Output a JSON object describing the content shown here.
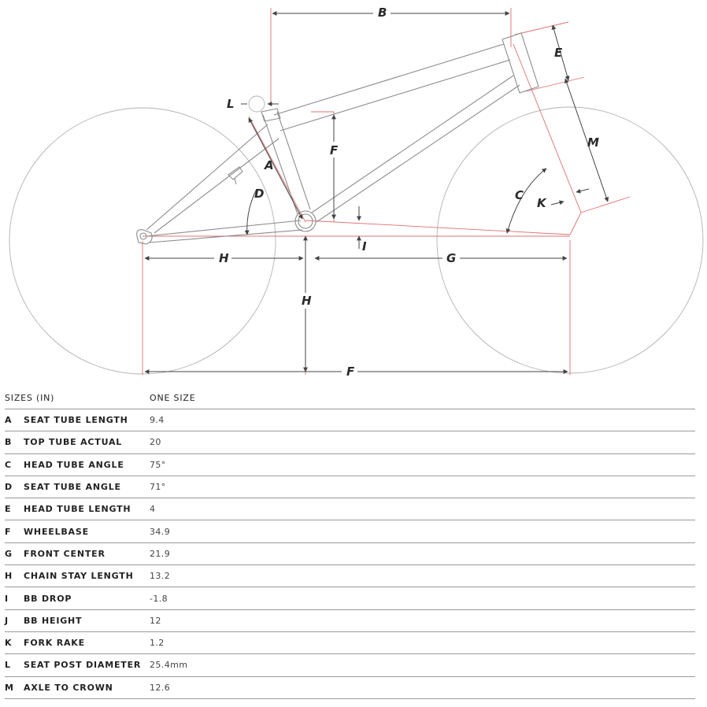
{
  "diagram": {
    "labels": {
      "B": "B",
      "E": "E",
      "L": "L",
      "M": "M",
      "F": "F",
      "A": "A",
      "D": "D",
      "C": "C",
      "K": "K",
      "H": "H",
      "I": "I",
      "G": "G"
    }
  },
  "table": {
    "header": {
      "col1": "SIZES (IN)",
      "col2": "ONE SIZE"
    },
    "rows": [
      {
        "letter": "A",
        "label": "SEAT TUBE LENGTH",
        "value": "9.4"
      },
      {
        "letter": "B",
        "label": "TOP TUBE ACTUAL",
        "value": "20"
      },
      {
        "letter": "C",
        "label": "HEAD TUBE ANGLE",
        "value": "75°"
      },
      {
        "letter": "D",
        "label": "SEAT TUBE ANGLE",
        "value": "71°"
      },
      {
        "letter": "E",
        "label": "HEAD TUBE LENGTH",
        "value": "4"
      },
      {
        "letter": "F",
        "label": "WHEELBASE",
        "value": "34.9"
      },
      {
        "letter": "G",
        "label": "FRONT CENTER",
        "value": "21.9"
      },
      {
        "letter": "H",
        "label": "CHAIN STAY LENGTH",
        "value": "13.2"
      },
      {
        "letter": "I",
        "label": "BB DROP",
        "value": "-1.8"
      },
      {
        "letter": "J",
        "label": "BB HEIGHT",
        "value": "12"
      },
      {
        "letter": "K",
        "label": "FORK RAKE",
        "value": "1.2"
      },
      {
        "letter": "L",
        "label": "SEAT POST DIAMETER",
        "value": "25.4mm"
      },
      {
        "letter": "M",
        "label": "AXLE TO CROWN",
        "value": "12.6"
      }
    ]
  }
}
